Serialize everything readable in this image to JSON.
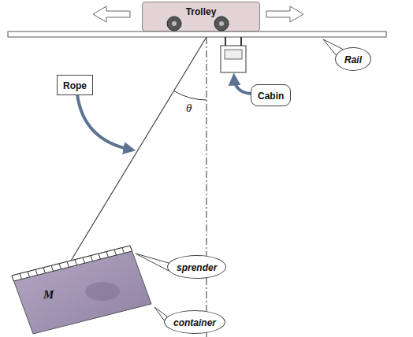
{
  "diagram": {
    "nodes": [
      {
        "text": [
          "Trolley"
        ]
      },
      {
        "text": [
          "Rail"
        ]
      },
      {
        "text": [
          "Rope"
        ]
      },
      {
        "text": [
          "Cabin"
        ]
      },
      {
        "text": [
          "sprender"
        ]
      },
      {
        "text": [
          "M"
        ]
      },
      {
        "text": [
          "container"
        ]
      }
    ],
    "labels": [
      "θ"
    ]
  }
}
